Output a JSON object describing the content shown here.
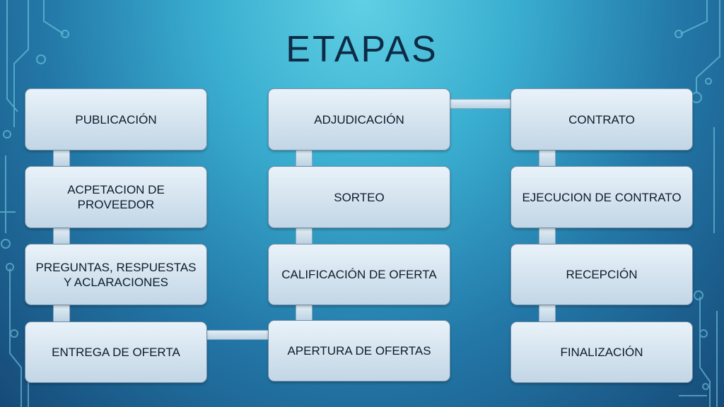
{
  "title": "ETAPAS",
  "columns": [
    {
      "steps": [
        "PUBLICACIÓN",
        "ACPETACION DE PROVEEDOR",
        "PREGUNTAS, RESPUESTAS Y ACLARACIONES",
        "ENTREGA DE OFERTA"
      ]
    },
    {
      "steps": [
        "ADJUDICACIÓN",
        "SORTEO",
        "CALIFICACIÓN DE OFERTA",
        "APERTURA DE OFERTAS"
      ]
    },
    {
      "steps": [
        "CONTRATO",
        "EJECUCION DE CONTRATO",
        "RECEPCIÓN",
        "FINALIZACIÓN"
      ]
    }
  ]
}
